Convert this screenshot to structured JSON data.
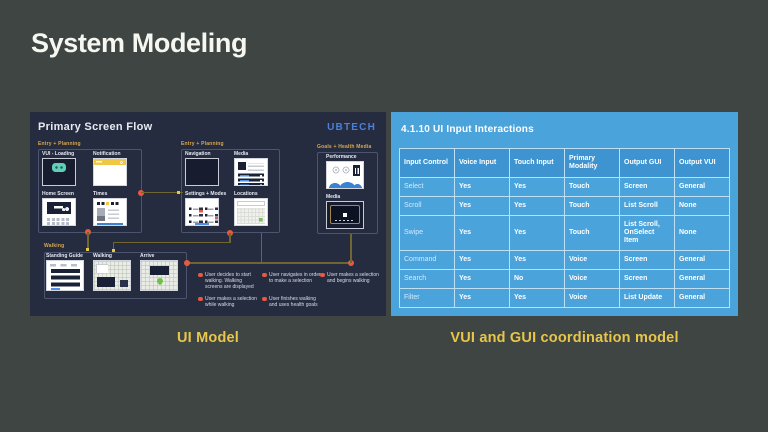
{
  "slide": {
    "title": "System Modeling"
  },
  "captions": {
    "left": "UI Model",
    "right": "VUI and GUI coordination model"
  },
  "colors": {
    "background": "#3E4543",
    "accent_yellow": "#E9C64A",
    "flow_panel_navy": "#262C40",
    "table_panel_blue": "#4BA3DC",
    "table_header_blue": "#3E94D0",
    "connector_orange": "#E8593F",
    "group_label_gold": "#D9A84C",
    "ubtech_blue": "#4C80D8",
    "robot_teal": "#62CDB8"
  },
  "flow": {
    "title": "Primary Screen Flow",
    "logo": "UBTECH",
    "groups": [
      {
        "label": "Entry + Planning",
        "cards": [
          "VUI - Loading",
          "Notification",
          "Home Screen",
          "Times"
        ]
      },
      {
        "label": "Entry + Planning",
        "cards": [
          "Navigation",
          "Media",
          "Settings + Modes",
          "Locations"
        ]
      },
      {
        "label": "Goals + Health Media",
        "cards": [
          "Performance",
          "Media"
        ]
      },
      {
        "label": "Walking",
        "cards": [
          "Standing Guide",
          "Walking",
          "Arrive"
        ]
      }
    ],
    "annotations": [
      "User decides to start walking. Walking screens are displayed",
      "User makes a selection while walking",
      "User navigates in order to make a selection",
      "User finishes walking and uses health goals",
      "User makes a selection and begins walking"
    ]
  },
  "table": {
    "title": "4.1.10 UI Input Interactions",
    "columns": [
      "Input Control",
      "Voice Input",
      "Touch Input",
      "Primary Modality",
      "Output GUI",
      "Output VUI"
    ],
    "rows": [
      [
        "Select",
        "Yes",
        "Yes",
        "Touch",
        "Screen",
        "General"
      ],
      [
        "Scroll",
        "Yes",
        "Yes",
        "Touch",
        "List Scroll",
        "None"
      ],
      [
        "Swipe",
        "Yes",
        "Yes",
        "Touch",
        "List Scroll, OnSelect Item",
        "None"
      ],
      [
        "Command",
        "Yes",
        "Yes",
        "Voice",
        "Screen",
        "General"
      ],
      [
        "Search",
        "Yes",
        "No",
        "Voice",
        "Screen",
        "General"
      ],
      [
        "Filter",
        "Yes",
        "Yes",
        "Voice",
        "List Update",
        "General"
      ]
    ]
  }
}
